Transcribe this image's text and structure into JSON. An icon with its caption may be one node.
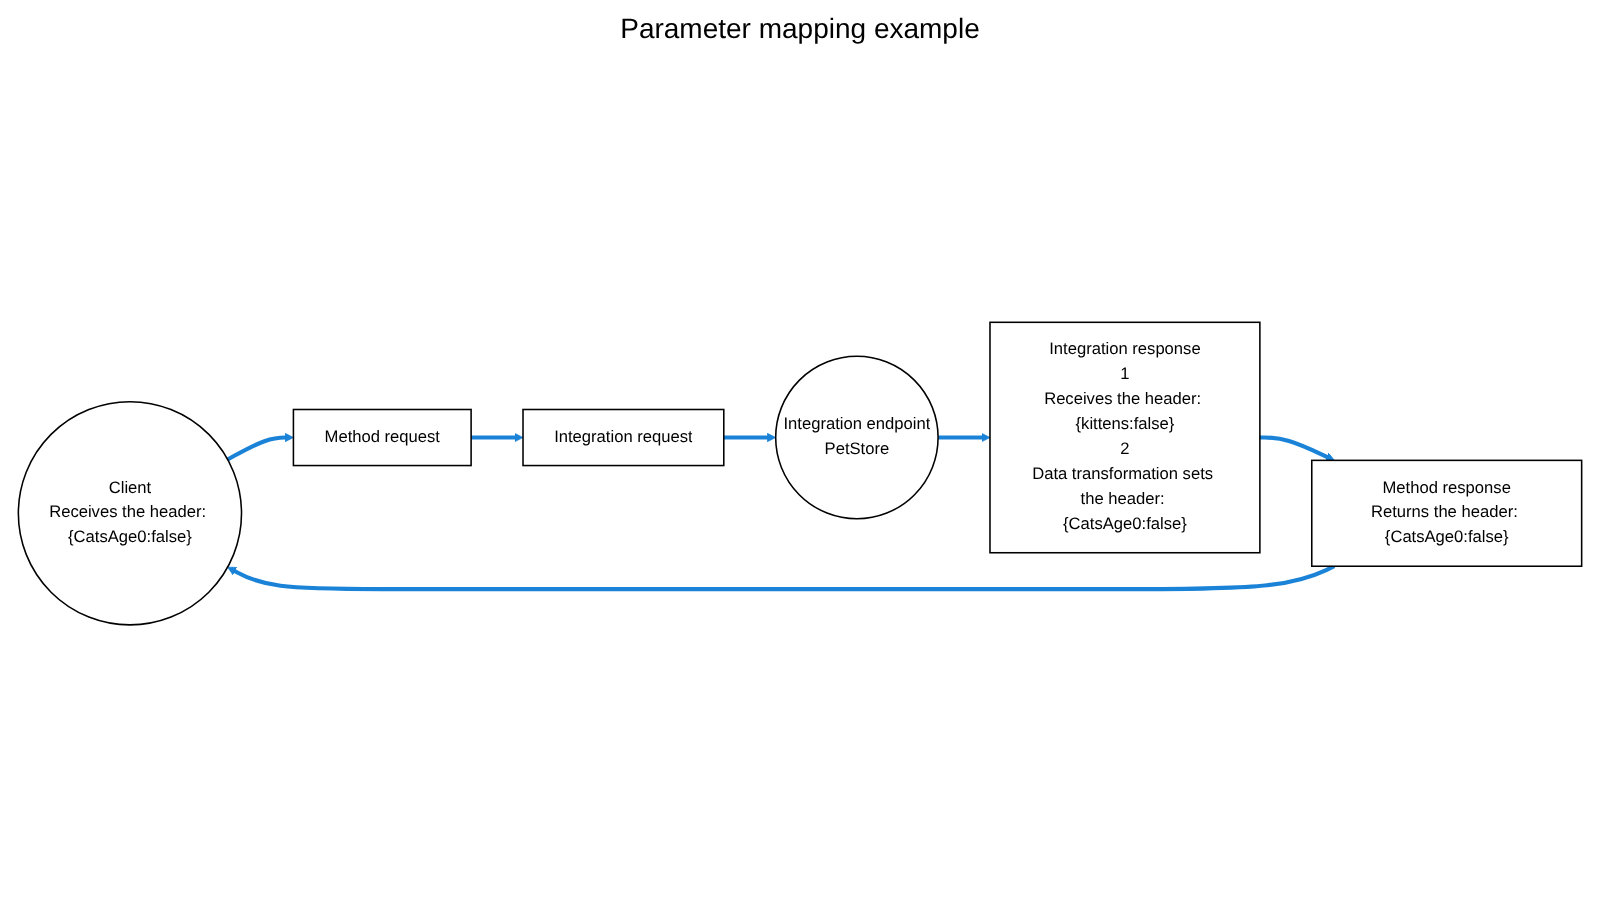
{
  "diagram": {
    "title": "Parameter mapping example",
    "nodes": [
      {
        "text": [
          "Client",
          "Receives the header: {CatsAge0:false}"
        ]
      },
      {
        "text": [
          "Method request"
        ]
      },
      {
        "text": [
          "Integration request"
        ]
      },
      {
        "text": [
          "Integration endpoint",
          "PetStore"
        ]
      },
      {
        "text": [
          "Integration response",
          "1",
          "Receives the header: {kittens:false}",
          "2",
          "Data transformation sets the header: {CatsAge0:false}"
        ]
      },
      {
        "text": [
          "Method response",
          "Returns the header: {CatsAge0:false}"
        ]
      }
    ],
    "edges": [
      {
        "from": 0,
        "to": 1,
        "arrow": "to"
      },
      {
        "from": 1,
        "to": 2,
        "arrow": "to"
      },
      {
        "from": 2,
        "to": 3,
        "arrow": "to"
      },
      {
        "from": 3,
        "to": 4,
        "arrow": "to"
      },
      {
        "from": 4,
        "to": 5,
        "arrow": "to"
      },
      {
        "from": 5,
        "to": 0,
        "arrow": "to"
      }
    ]
  }
}
